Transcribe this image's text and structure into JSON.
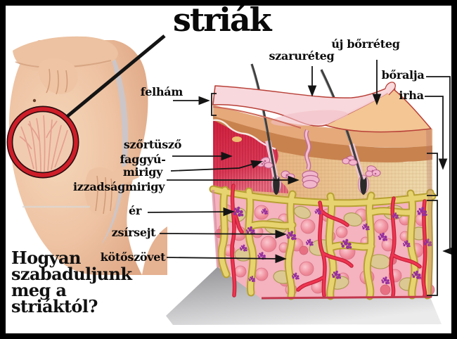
{
  "title": "striák",
  "question": {
    "lines": [
      "Hogyan",
      "szabaduljunk",
      "meg a",
      "striáktól?"
    ]
  },
  "labels": {
    "felham": "felhám",
    "szarureteg": "szaruréteg",
    "uj_borreteg": "új bőrréteg",
    "boralja": "bőralja",
    "irha": "irha",
    "szortuszo": "szőrtüsző",
    "faggyu_line1": "faggyú-",
    "faggyu_line2": "mirigy",
    "izzadsagmirigy": "izzadságmirigy",
    "er": "ér",
    "zsirsejt": "zsírsejt",
    "kotoszovet": "kötőszövet"
  },
  "colors": {
    "frame_black": "#000000",
    "highlight_ring_red": "#ce1e29",
    "stria_red": "#d0203e",
    "epidermis_pink": "#f8d8dc",
    "new_skin_tan": "#f3c694",
    "dermis_orange": "#e3a676",
    "dermis_cream": "#eed9ab",
    "fat_pink": "#f5b2bf",
    "connective_yellow": "#e7d370",
    "vessel_red": "#ee3550",
    "cluster_purple": "#962e9d",
    "skin_tone": "#eec3a3"
  }
}
